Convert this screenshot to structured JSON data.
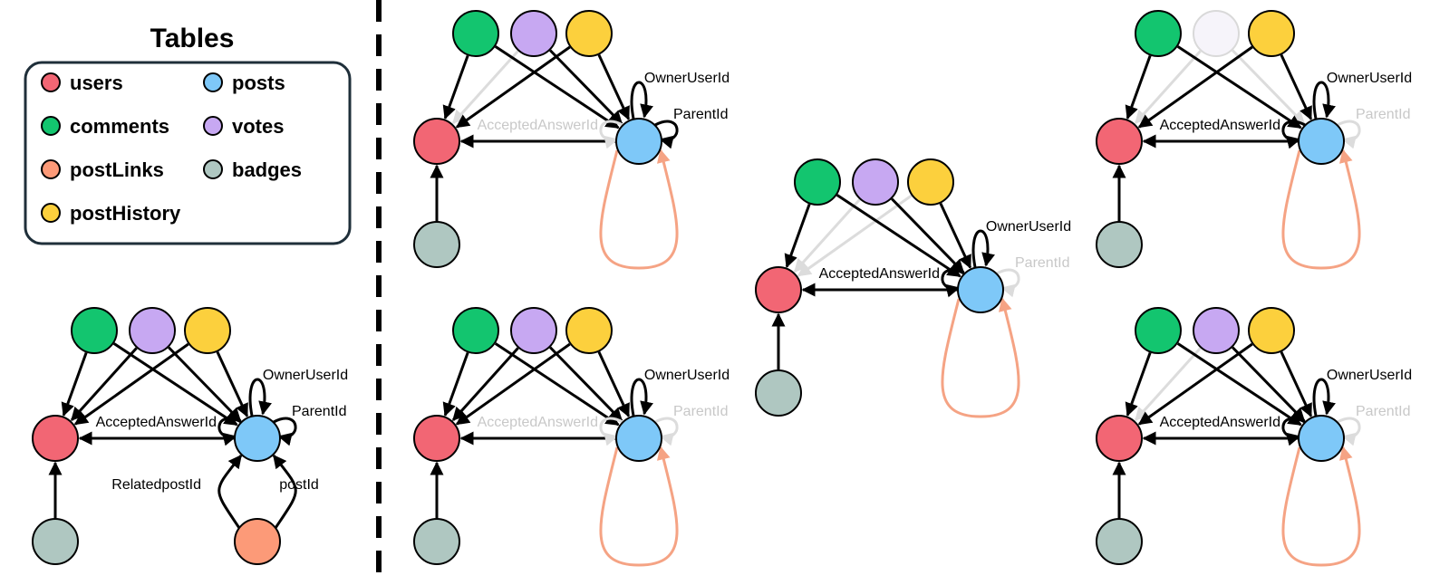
{
  "legend": {
    "title": "Tables",
    "items": [
      {
        "key": "users",
        "label": "users"
      },
      {
        "key": "posts",
        "label": "posts"
      },
      {
        "key": "comments",
        "label": "comments"
      },
      {
        "key": "votes",
        "label": "votes"
      },
      {
        "key": "postLinks",
        "label": "postLinks"
      },
      {
        "key": "badges",
        "label": "badges"
      },
      {
        "key": "postHistory",
        "label": "postHistory"
      }
    ]
  },
  "colors": {
    "users": "#f26674",
    "posts": "#7ec8f8",
    "comments": "#13c56f",
    "votes": "#c7a8f2",
    "postLinks": "#fc9a78",
    "badges": "#afc7c1",
    "postHistory": "#fcd03d",
    "edge": "#000000",
    "faded_edge": "#dcdcdc",
    "postLinks_edge": "#f5a384",
    "faded_node": "#f6f4fa",
    "faded_node_stroke": "#d9d9d9"
  },
  "edge_labels": {
    "owner": "OwnerUserId",
    "parent": "ParentId",
    "accepted": "AcceptedAnswerId",
    "related": "RelatedpostId",
    "postid": "postId"
  },
  "graphs": [
    {
      "name": "full-schema",
      "show_postlinks_node": true,
      "faded_nodes": [],
      "faded_edges": [],
      "faded_labels": []
    },
    {
      "name": "top-left",
      "show_postlinks_node": false,
      "faded_nodes": [],
      "faded_edges": [
        "votes-users",
        "accepted"
      ],
      "faded_labels": [
        "accepted"
      ]
    },
    {
      "name": "bottom-left",
      "show_postlinks_node": false,
      "faded_nodes": [],
      "faded_edges": [
        "accepted",
        "parent"
      ],
      "faded_labels": [
        "accepted",
        "parent"
      ]
    },
    {
      "name": "middle",
      "show_postlinks_node": false,
      "faded_nodes": [],
      "faded_edges": [
        "votes-users",
        "history-users",
        "parent"
      ],
      "faded_labels": [
        "parent"
      ]
    },
    {
      "name": "top-right",
      "show_postlinks_node": false,
      "faded_nodes": [
        "votes"
      ],
      "faded_edges": [
        "votes-users",
        "votes-posts",
        "parent"
      ],
      "faded_labels": [
        "parent"
      ]
    },
    {
      "name": "bottom-right",
      "show_postlinks_node": false,
      "faded_nodes": [],
      "faded_edges": [
        "votes-users",
        "parent"
      ],
      "faded_labels": [
        "parent"
      ]
    }
  ]
}
